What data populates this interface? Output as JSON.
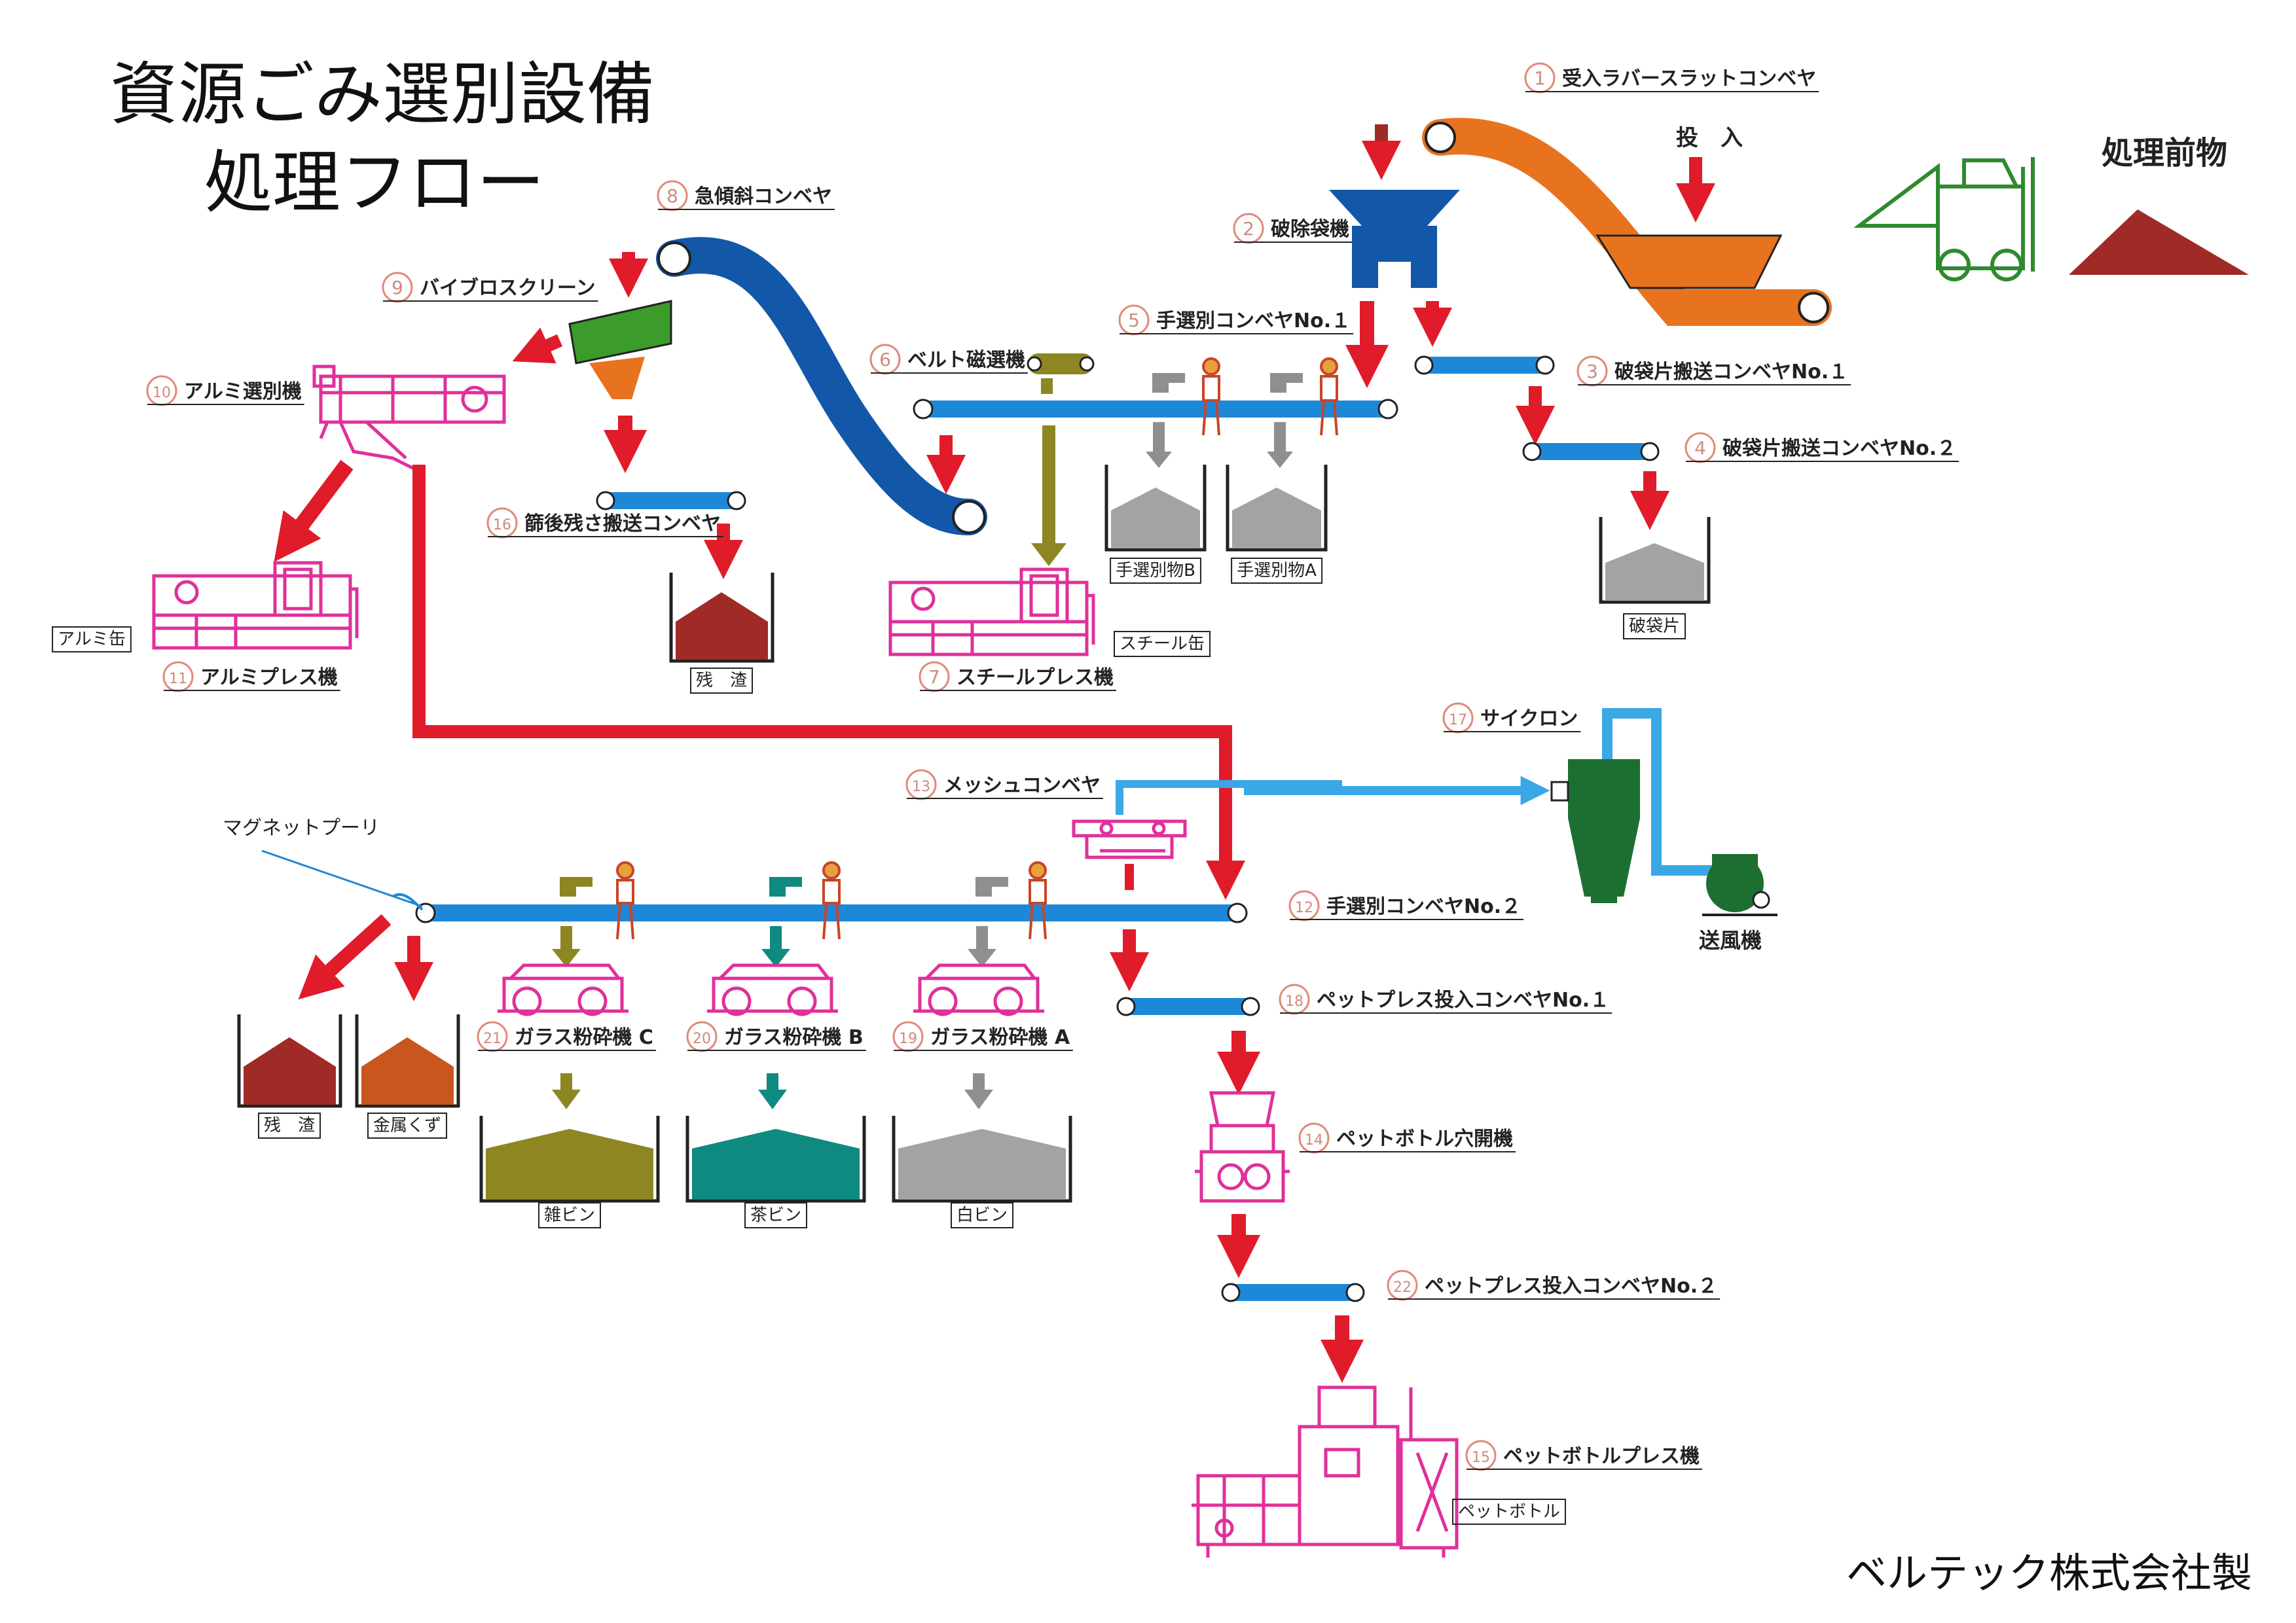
{
  "title": {
    "line1": "資源ごみ選別設備",
    "line2": "処理フロー"
  },
  "maker": "ベルテック株式会社製",
  "input_label": "投　入",
  "pre_material": "処理前物",
  "colors": {
    "red_arrow": "#e01b2a",
    "blue_conveyor": "#1e88d8",
    "navy_conveyor": "#1357a9",
    "orange_conveyor": "#e8731e",
    "machine_pink": "#e0309a",
    "gray_pile": "#a3a3a3",
    "residue": "#a02a25",
    "metal": "#c8561f",
    "olive": "#8e8623",
    "teal": "#0f8a80",
    "green": "#3b9b2b",
    "dark_green": "#1d6e31",
    "cyan_duct": "#3aa7e6"
  },
  "equipment": [
    {
      "no": "1",
      "name": "受入ラバースラットコンベヤ"
    },
    {
      "no": "2",
      "name": "破除袋機"
    },
    {
      "no": "3",
      "name": "破袋片搬送コンベヤNo.１"
    },
    {
      "no": "4",
      "name": "破袋片搬送コンベヤNo.２"
    },
    {
      "no": "5",
      "name": "手選別コンベヤNo.１"
    },
    {
      "no": "6",
      "name": "ベルト磁選機"
    },
    {
      "no": "7",
      "name": "スチールプレス機"
    },
    {
      "no": "8",
      "name": "急傾斜コンベヤ"
    },
    {
      "no": "9",
      "name": "バイブロスクリーン"
    },
    {
      "no": "10",
      "name": "アルミ選別機"
    },
    {
      "no": "11",
      "name": "アルミプレス機"
    },
    {
      "no": "12",
      "name": "手選別コンベヤNo.２"
    },
    {
      "no": "13",
      "name": "メッシュコンベヤ"
    },
    {
      "no": "14",
      "name": "ペットボトル穴開機"
    },
    {
      "no": "15",
      "name": "ペットボトルプレス機"
    },
    {
      "no": "16",
      "name": "篩後残さ搬送コンベヤ"
    },
    {
      "no": "17",
      "name": "サイクロン"
    },
    {
      "no": "18",
      "name": "ペットプレス投入コンベヤNo.１"
    },
    {
      "no": "19",
      "name": "ガラス粉砕機 A"
    },
    {
      "no": "20",
      "name": "ガラス粉砕機 B"
    },
    {
      "no": "21",
      "name": "ガラス粉砕機 C"
    },
    {
      "no": "22",
      "name": "ペットプレス投入コンベヤNo.２"
    }
  ],
  "extras": {
    "blower": "送風機",
    "magnet_pulley": "マグネットプーリ"
  },
  "outputs": {
    "hand_b": "手選別物B",
    "hand_a": "手選別物A",
    "bag_fragments": "破袋片",
    "aluminum_can": "アルミ缶",
    "steel_can": "スチール缶",
    "residue1": "残　渣",
    "residue2": "残　渣",
    "metal_scrap": "金属くず",
    "mixed_bottle": "雑ビン",
    "brown_bottle": "茶ビン",
    "white_bottle": "白ビン",
    "pet_bottle": "ペットボトル"
  }
}
